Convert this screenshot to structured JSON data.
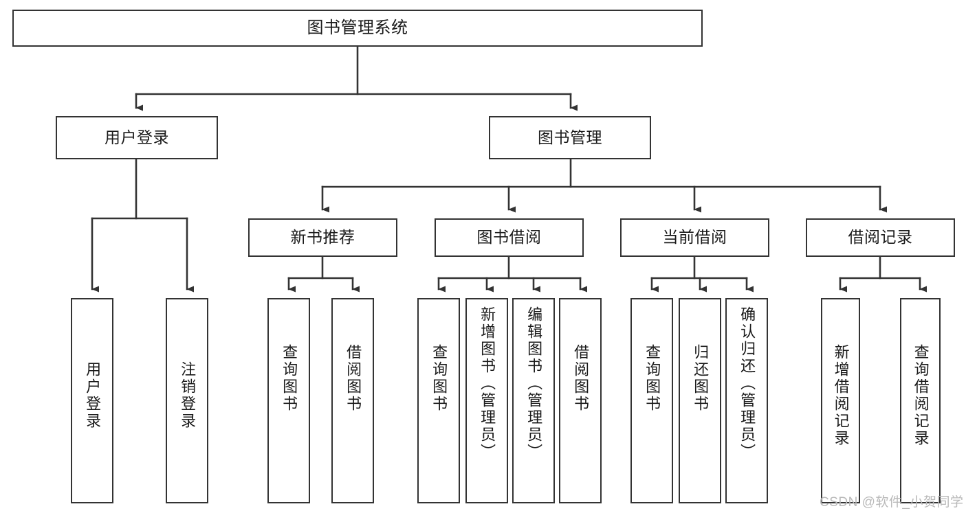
{
  "diagram": {
    "type": "tree-hierarchy",
    "title": "图书管理系统",
    "colors": {
      "box_border": "#333333",
      "box_fill": "#ffffff",
      "edge": "#333333",
      "text": "#1a1a1a",
      "watermark": "#b9b9b9",
      "background": "#ffffff"
    },
    "watermark": "CSDN @软件_小贺同学",
    "nodes": {
      "root": {
        "label": "图书管理系统"
      },
      "level2": [
        {
          "label": "用户登录"
        },
        {
          "label": "图书管理"
        }
      ],
      "level3": [
        {
          "label": "新书推荐"
        },
        {
          "label": "图书借阅"
        },
        {
          "label": "当前借阅"
        },
        {
          "label": "借阅记录"
        }
      ],
      "leaves": {
        "user_login": [
          {
            "label": "用户登录"
          },
          {
            "label": "注销登录"
          }
        ],
        "new_book_recommend": [
          {
            "label": "查询图书"
          },
          {
            "label": "借阅图书"
          }
        ],
        "book_borrow": [
          {
            "label": "查询图书"
          },
          {
            "label": "新增图书（管理员）"
          },
          {
            "label": "编辑图书（管理员）"
          },
          {
            "label": "借阅图书"
          }
        ],
        "current_borrow": [
          {
            "label": "查询图书"
          },
          {
            "label": "归还图书"
          },
          {
            "label": "确认归还（管理员）"
          }
        ],
        "borrow_record": [
          {
            "label": "新增借阅记录"
          },
          {
            "label": "查询借阅记录"
          }
        ]
      }
    }
  }
}
